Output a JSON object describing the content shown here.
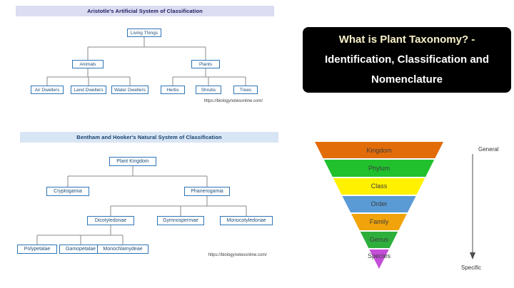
{
  "banner": {
    "line1": "What is Plant Taxonomy? -",
    "line2": "Identification, Classification and",
    "line3": "Nomenclature",
    "background": "#000000"
  },
  "aristotle": {
    "title": "Aristotle's Artificial System of Classification",
    "nodes": {
      "root": "Living Things",
      "animals": "Animals",
      "plants": "Plants",
      "air_dwellers": "Air Dwellers",
      "land_dwellers": "Land Dwellers",
      "water_dwellers": "Water Dwellers",
      "herbs": "Herbs",
      "shrubs": "Shrubs",
      "trees": "Trees"
    },
    "source": "https://biologynotesonline.com/"
  },
  "bentham": {
    "title": "Bentham and Hooker's Natural System of Classification",
    "nodes": {
      "root": "Plant Kingdom",
      "cryptogamia": "Cryptogamia",
      "phanerogamia": "Phanerogamia",
      "dicotyledonae": "Dicotyledonae",
      "gymnospermae": "Gymnospermae",
      "monocotyledonae": "Monocotyledonae",
      "polypetalae": "Polypetalae",
      "gamopetalae": "Gamopetalae",
      "monochlamydeae": "Monochlamydeae"
    },
    "source": "https://biologynotesonline.com/"
  },
  "pyramid": {
    "levels": [
      {
        "label": "Kingdom",
        "color": "#E36C0A"
      },
      {
        "label": "Phylum",
        "color": "#21C12E"
      },
      {
        "label": "Class",
        "color": "#FFF100"
      },
      {
        "label": "Order",
        "color": "#5B9BD5"
      },
      {
        "label": "Family",
        "color": "#F0A30A"
      },
      {
        "label": "Genus",
        "color": "#2EAF3C"
      },
      {
        "label": "Species",
        "color": "#C44ED8"
      }
    ],
    "axis_top": "General",
    "axis_bottom": "Specific"
  }
}
